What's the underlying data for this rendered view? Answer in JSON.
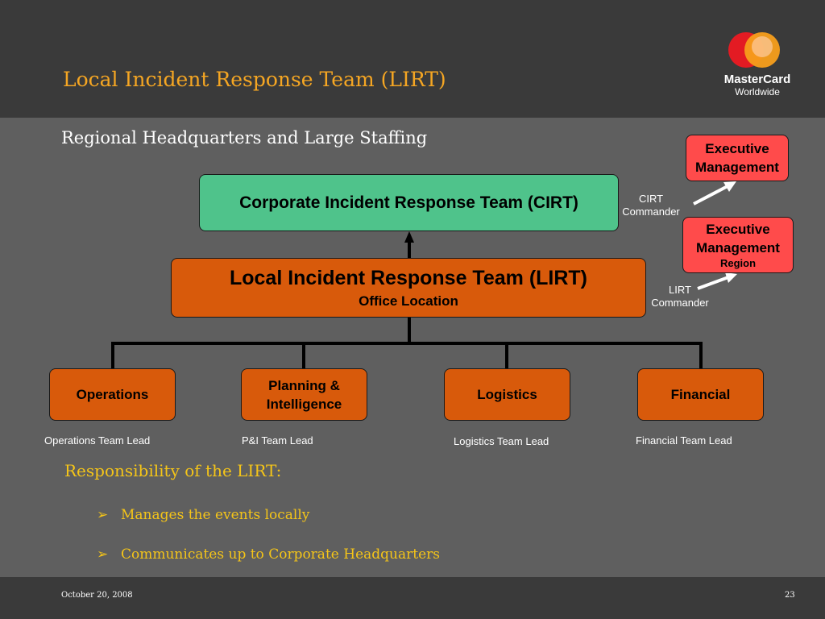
{
  "slide": {
    "title": "Local Incident Response Team (LIRT)",
    "subtitle": "Regional Headquarters and Large Staffing"
  },
  "logo": {
    "brand": "MasterCard",
    "tagline": "Worldwide"
  },
  "diagram": {
    "cirt_label": "Corporate Incident Response Team (CIRT)",
    "lirt_label": "Local Incident Response Team (LIRT)",
    "lirt_sublabel": "Office Location",
    "units": [
      {
        "label_line1": "Operations",
        "label_line2": "",
        "lead": "Operations Team Lead"
      },
      {
        "label_line1": "Planning &",
        "label_line2": "Intelligence",
        "lead": "P&I Team Lead"
      },
      {
        "label_line1": "Logistics",
        "label_line2": "",
        "lead": "Logistics Team Lead"
      },
      {
        "label_line1": "Financial",
        "label_line2": "",
        "lead": "Financial Team Lead"
      }
    ],
    "exec_top": {
      "line1": "Executive",
      "line2": "Management"
    },
    "exec_region": {
      "line1": "Executive",
      "line2": "Management",
      "line3": "Region"
    },
    "cirt_commander": {
      "line1": "CIRT",
      "line2": "Commander"
    },
    "lirt_commander": {
      "line1": "LIRT",
      "line2": "Commander"
    }
  },
  "responsibility": {
    "heading": "Responsibility of the LIRT:",
    "bullets": [
      "Manages the events locally",
      "Communicates up to Corporate Headquarters"
    ]
  },
  "footer": {
    "date": "October 20, 2008",
    "page": "23"
  },
  "colors": {
    "title": "#f5a623",
    "cirt_box": "#4fc38b",
    "lirt_box": "#d85a0b",
    "exec_box": "#ff4b4b",
    "bullet_text": "#f5c518"
  }
}
